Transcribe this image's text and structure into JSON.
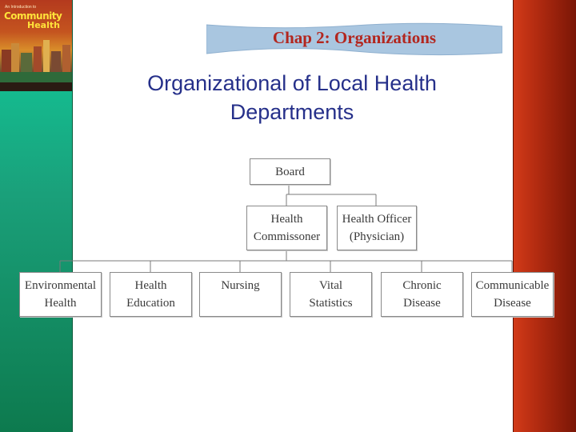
{
  "header": {
    "title": "Chap 2: Organizations"
  },
  "slide": {
    "title": "Organizational of Local Health Departments"
  },
  "book_cover": {
    "line1": "An Introduction to",
    "title1": "Community",
    "title2": "Health"
  },
  "org_chart": {
    "board": "Board",
    "commissioner": "Health\nCommissoner",
    "officer": "Health Officer\n(Physician)",
    "divisions": [
      {
        "label": "Environmental\nHealth"
      },
      {
        "label": "Health\nEducation"
      },
      {
        "label": "Nursing"
      },
      {
        "label": "Vital\nStatistics"
      },
      {
        "label": "Chronic\nDisease"
      },
      {
        "label": "Communicable\nDisease"
      }
    ]
  },
  "colors": {
    "header_text": "#b3261e",
    "title_text": "#26308a",
    "left_bar": "#1aa07a",
    "right_bar": "#b02a10",
    "ribbon": "#a9c6e0"
  }
}
